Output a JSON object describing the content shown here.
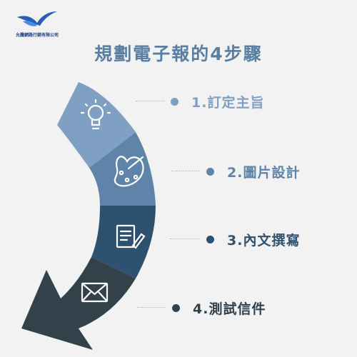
{
  "brand": {
    "company_name": "允騰網路行銷有限公司",
    "logo_icon": "eagle-logo-icon"
  },
  "title": "規劃電子報的4步驟",
  "colors": {
    "title": "#5b7fa3",
    "step1": "#7fa0c2",
    "step2": "#5f84a9",
    "step3": "#2e5170",
    "step4": "#33414b"
  },
  "steps": [
    {
      "label": "1.訂定主旨",
      "icon": "lightbulb-icon"
    },
    {
      "label": "2.圖片設計",
      "icon": "palette-icon"
    },
    {
      "label": "3.內文撰寫",
      "icon": "document-edit-icon"
    },
    {
      "label": "4.測試信件",
      "icon": "envelope-icon"
    }
  ]
}
